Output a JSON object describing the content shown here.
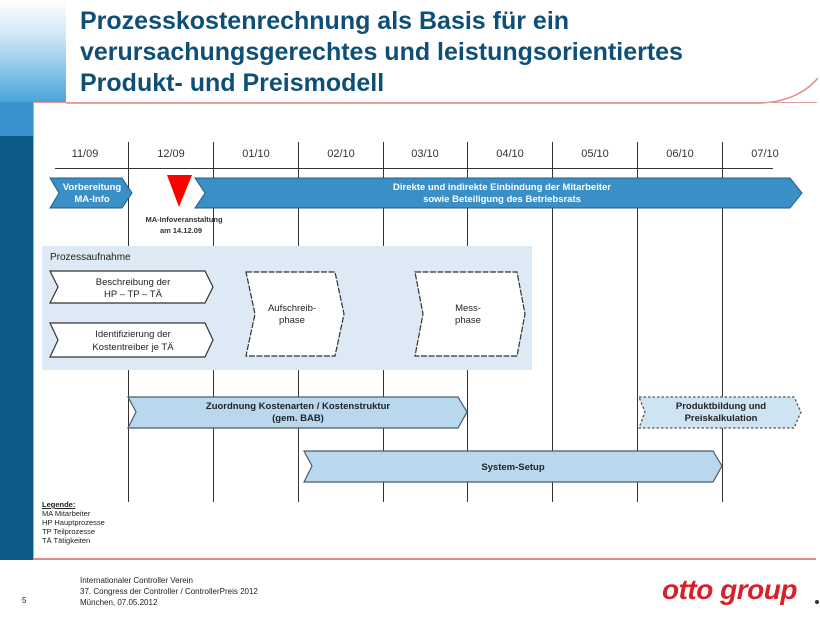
{
  "title": {
    "lines": [
      "Prozesskostenrechnung als Basis für ein",
      "verursachungsgerechtes und leistungsorientiertes",
      "Produkt- und Preismodell"
    ]
  },
  "timeline": {
    "months": [
      "11/09",
      "12/09",
      "01/10",
      "02/10",
      "03/10",
      "04/10",
      "05/10",
      "06/10",
      "07/10"
    ]
  },
  "bars": {
    "vorbereitung": [
      "Vorbereitung",
      "MA-Info"
    ],
    "milestone": [
      "MA-Infoveranstaltung",
      "am 14.12.09"
    ],
    "einbindung": [
      "Direkte und indirekte Einbindung der Mitarbeiter",
      "sowie Beteiligung des Betriebsrats"
    ],
    "zuordnung": [
      "Zuordnung Kostenarten / Kostenstruktur",
      "(gem. BAB)"
    ],
    "produktbildung": [
      "Produktbildung und",
      "Preiskalkulation"
    ],
    "system_setup": "System-Setup"
  },
  "prozessaufnahme": {
    "title": "Prozessaufnahme",
    "beschreibung": [
      "Beschreibung der",
      "HP – TP – TÄ"
    ],
    "identifizierung": [
      "Identifizierung der",
      "Kostentreiber je TÄ"
    ],
    "aufschreib": [
      "Aufschreib-",
      "phase"
    ],
    "mess": [
      "Mess-",
      "phase"
    ]
  },
  "legend": {
    "title": "Legende:",
    "items": [
      "MA  Mitarbeiter",
      "HP  Hauptprozesse",
      "TP  Teilprozesse",
      "TÄ  Tätigkeiten"
    ]
  },
  "footer": {
    "page": "5",
    "lines": [
      "Internationaler Controller Verein",
      "37. Congress der Controller / ControllerPreis 2012",
      "München, 07.05.2012"
    ],
    "logo": "otto group"
  },
  "colors": {
    "title": "#0e4f78",
    "dark_arrow": "#3a8fc6",
    "light_arrow": "#b9d8ee",
    "milestone": "#ff0000",
    "logo": "#d8202a",
    "frame_border": "#e39a9a"
  }
}
